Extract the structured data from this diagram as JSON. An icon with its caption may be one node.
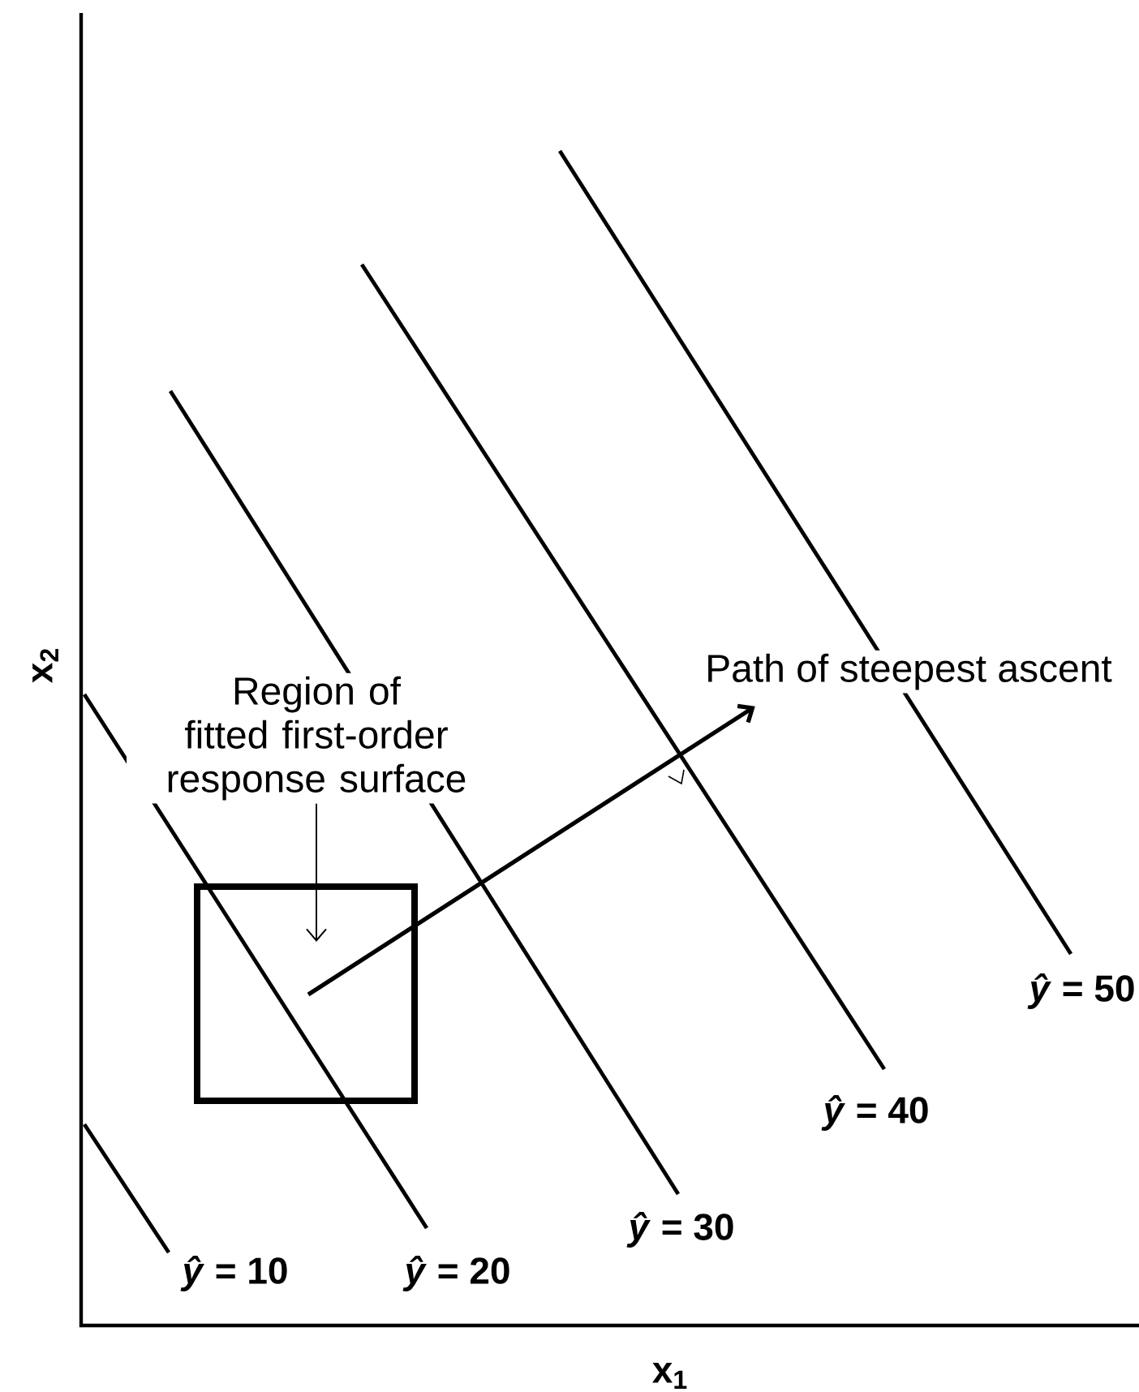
{
  "diagram": {
    "nodes": [
      {
        "text": [
          "Region of fitted first-order response surface"
        ]
      },
      {
        "text": [],
        "shape": "box"
      },
      {
        "text": [
          "Path of steepest ascent"
        ]
      }
    ],
    "edges": [
      {
        "from": 0,
        "to": 1,
        "arrow": "to"
      },
      {
        "from": 1,
        "to": 2,
        "arrow": "to",
        "style": "thick"
      }
    ],
    "labels": [
      "x$_{2}$",
      "*ŷ* = 50",
      "*ŷ* = 40",
      "*ŷ* = 30",
      "*ŷ* = 10",
      "*ŷ* = 20",
      "x$_{1}$"
    ]
  }
}
